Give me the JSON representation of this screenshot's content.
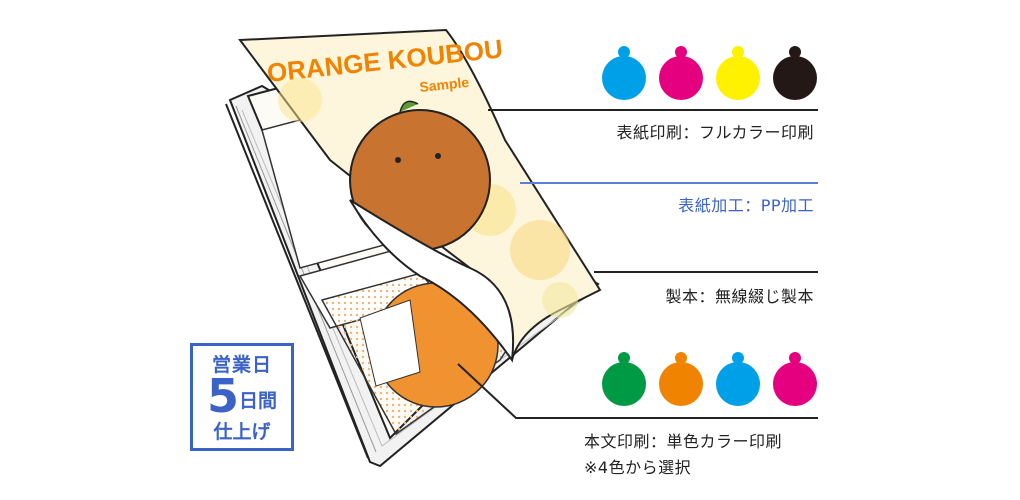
{
  "book": {
    "cover_title": "ORANGE KOUBOU",
    "cover_subtitle": "Sample"
  },
  "labels": {
    "cover_print": "表紙印刷：フルカラー印刷",
    "cover_finish": "表紙加工：PP加工",
    "binding": "製本：無線綴じ製本",
    "body_print": "本文印刷：単色カラー印刷",
    "body_note": "※4色から選択"
  },
  "cover_inks": [
    "#00a0e9",
    "#e4007f",
    "#fff100",
    "#231815"
  ],
  "body_inks": [
    "#009944",
    "#f08300",
    "#00a0e9",
    "#e4007f"
  ],
  "badge": {
    "line1": "営業日",
    "number": "5",
    "unit": "日間",
    "line3": "仕上げ"
  },
  "colors": {
    "accent_blue": "#3b62c7"
  }
}
